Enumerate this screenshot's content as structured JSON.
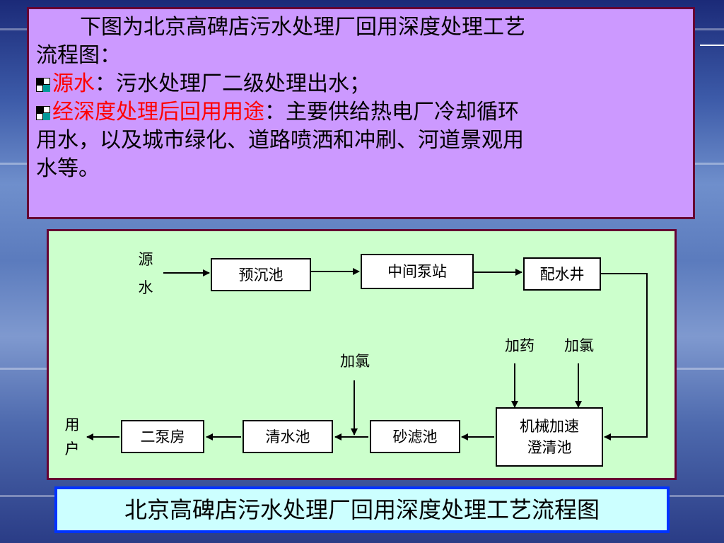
{
  "intro": {
    "line1": "下图为北京高碑店污水处理厂回用深度处理工艺",
    "line2": "流程图：",
    "source_label": "源水",
    "source_sep": "：",
    "source_text": "污水处理厂二级处理出水；",
    "use_label": "经深度处理后回用用途",
    "use_sep": "：",
    "use_text1": "主要供给热电厂冷却循环",
    "use_text2": "用水，以及城市绿化、道路喷洒和冲刷、河道景观用",
    "use_text3": "水等。"
  },
  "diagram": {
    "source_label_1": "源",
    "source_label_2": "水",
    "nodes": {
      "presettle": "预沉池",
      "pump_station": "中间泵站",
      "distribution_well": "配水井",
      "clarifier_1": "机械加速",
      "clarifier_2": "澄清池",
      "sand_filter": "砂滤池",
      "clear_water_tank": "清水池",
      "pump_house_2": "二泵房"
    },
    "dosing_1": "加药",
    "dosing_2": "加氯",
    "dosing_3": "加氯",
    "user_label_1": "用",
    "user_label_2": "户"
  },
  "caption": "北京高碑店污水处理厂回用深度处理工艺流程图"
}
